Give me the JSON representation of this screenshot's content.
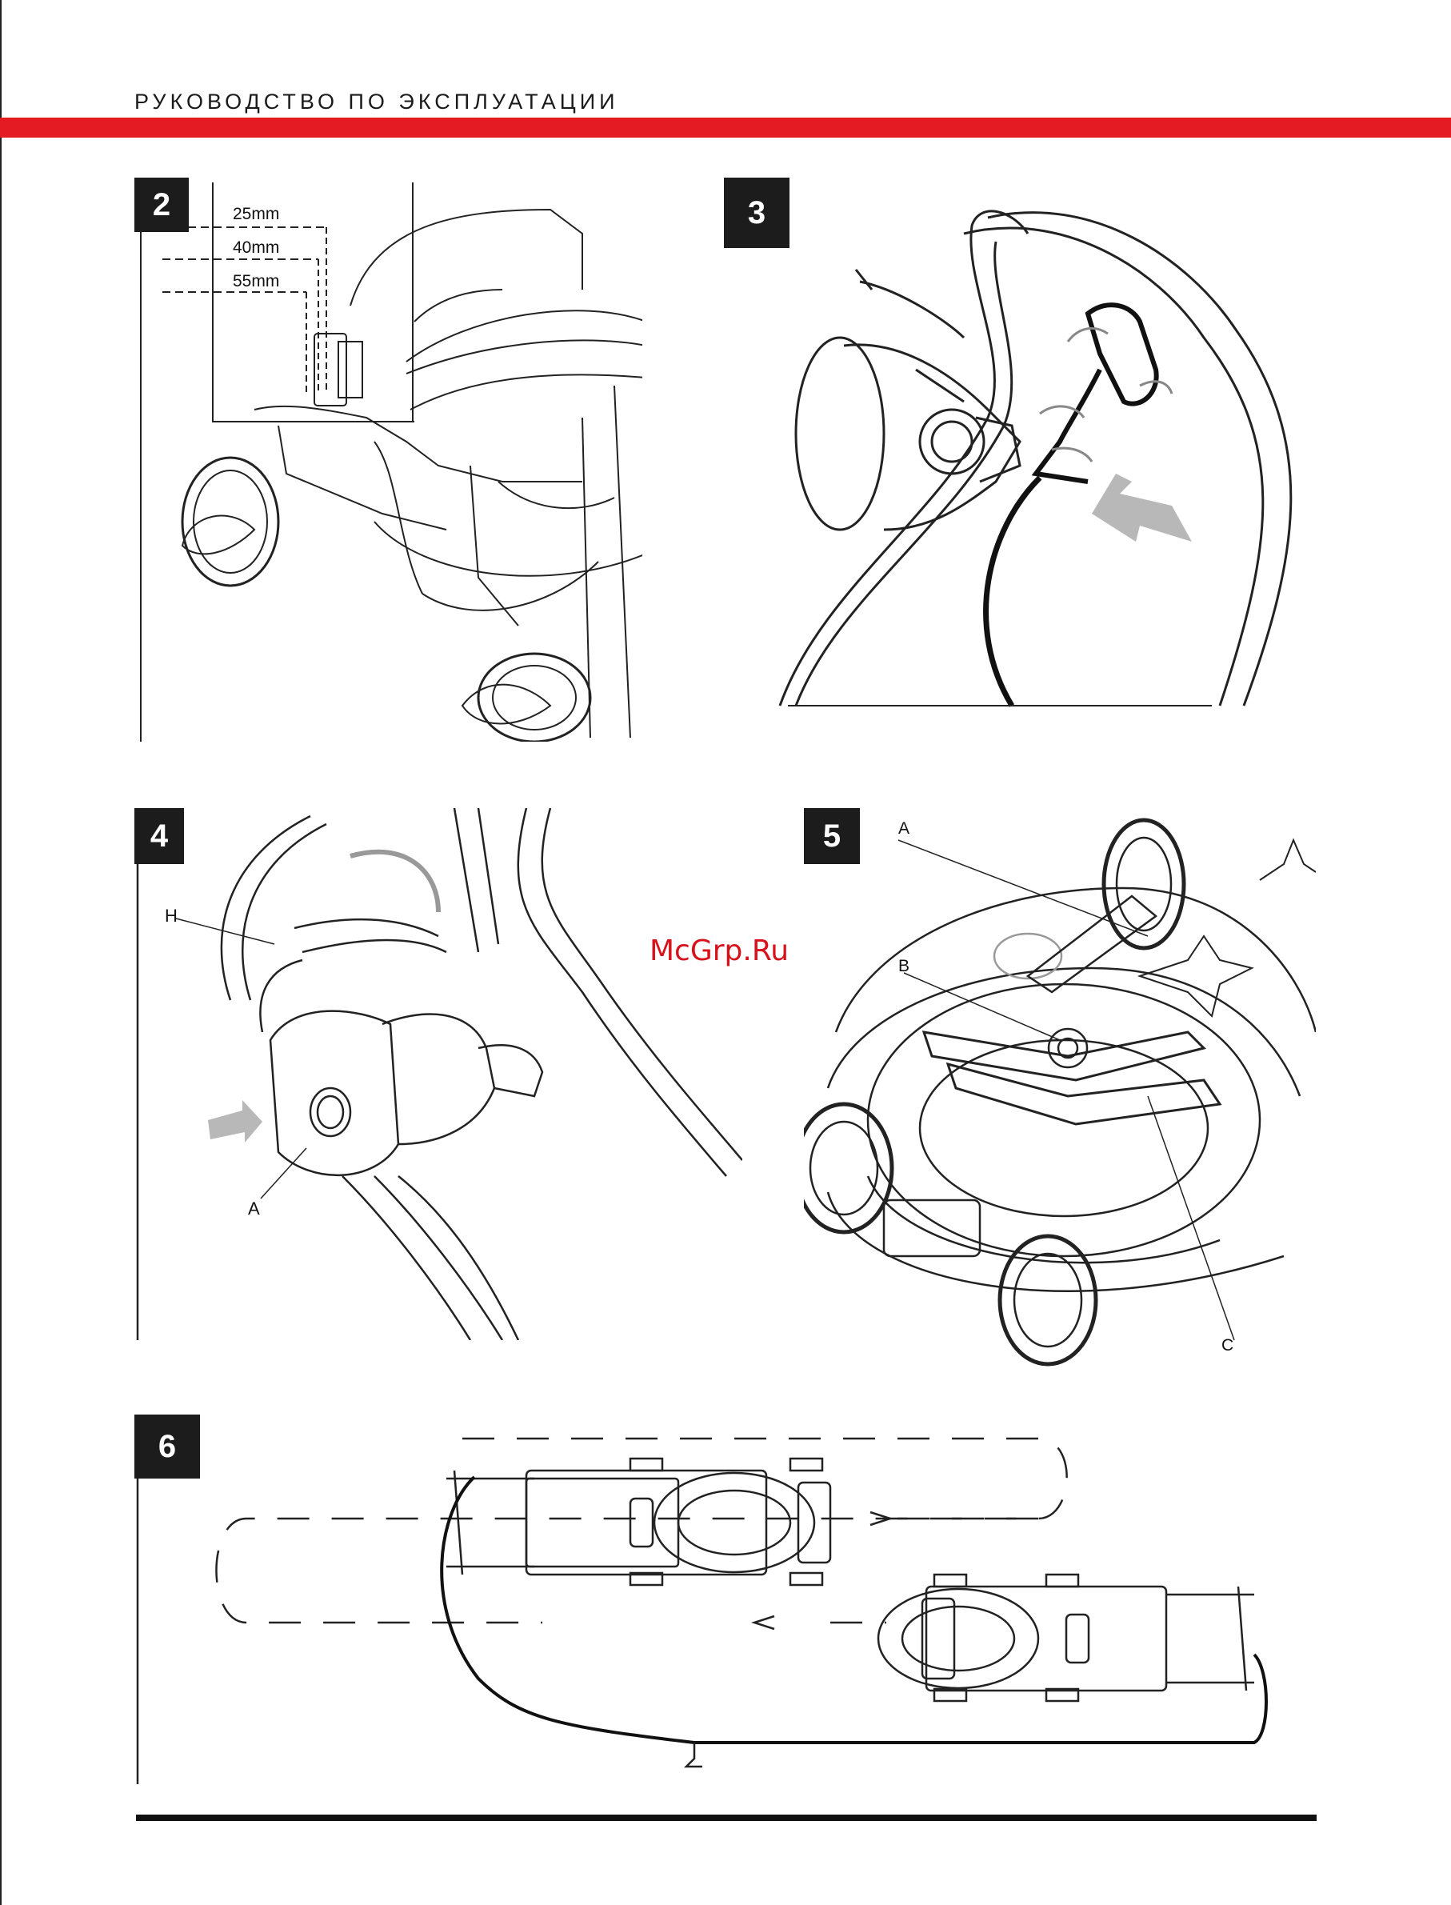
{
  "header": {
    "title": "РУКОВОДСТВО ПО ЭКСПЛУАТАЦИИ"
  },
  "figures": [
    {
      "number": "2",
      "labels": [
        "25mm",
        "40mm",
        "55mm"
      ]
    },
    {
      "number": "3",
      "labels": []
    },
    {
      "number": "4",
      "labels": [
        "H",
        "A"
      ]
    },
    {
      "number": "5",
      "labels": [
        "A",
        "B",
        "C"
      ]
    },
    {
      "number": "6",
      "labels": []
    }
  ],
  "watermark": "McGrp.Ru",
  "colors": {
    "accent": "#e41b23",
    "ink": "#1c1c1c"
  }
}
